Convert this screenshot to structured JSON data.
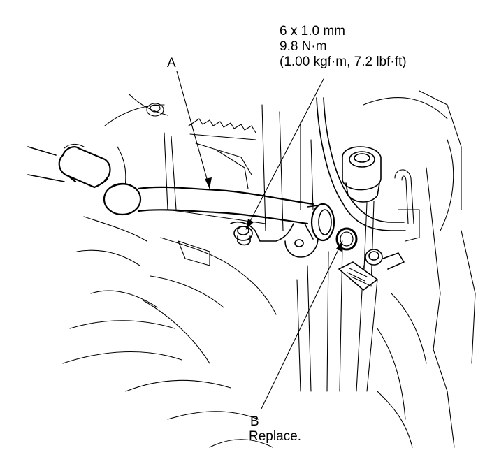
{
  "callouts": {
    "a": {
      "letter": "A"
    },
    "b": {
      "letter": "B",
      "note": "Replace."
    },
    "bolt_spec": {
      "size": "6 x 1.0 mm",
      "torque_nm": "9.8 N·m",
      "torque_alt": "(1.00 kgf·m, 7.2 lbf·ft)"
    }
  },
  "colors": {
    "line": "#000000",
    "background": "#ffffff"
  }
}
